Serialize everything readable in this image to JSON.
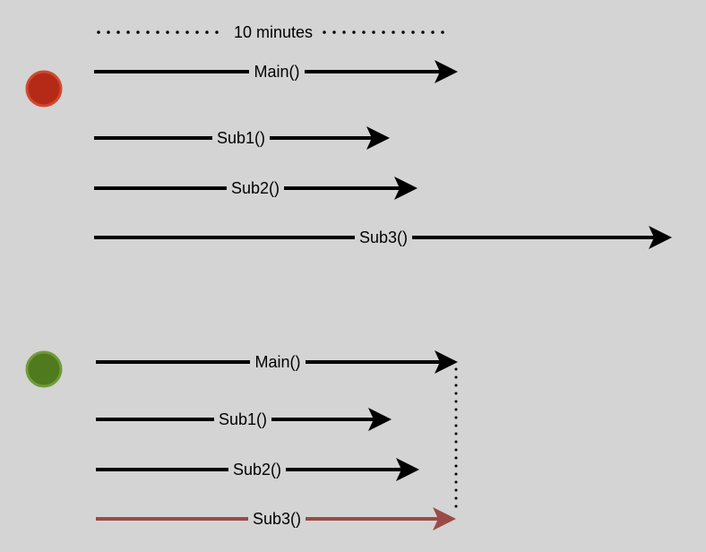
{
  "time_scale": {
    "label": "10 minutes"
  },
  "colors": {
    "background": "#d4d4d4",
    "arrow_default": "#000000",
    "arrow_highlight": "#9a4b45",
    "status_red": "#b52a16",
    "status_red_border": "#d0482f",
    "status_green": "#4f7a1d",
    "status_green_border": "#6f9b39"
  },
  "groups": [
    {
      "status_color": "red",
      "status_icon": "red-circle-icon",
      "arrows": [
        {
          "label": "Main()",
          "highlight": false
        },
        {
          "label": "Sub1()",
          "highlight": false
        },
        {
          "label": "Sub2()",
          "highlight": false
        },
        {
          "label": "Sub3()",
          "highlight": false
        }
      ]
    },
    {
      "status_color": "green",
      "status_icon": "green-circle-icon",
      "arrows": [
        {
          "label": "Main()",
          "highlight": false
        },
        {
          "label": "Sub1()",
          "highlight": false
        },
        {
          "label": "Sub2()",
          "highlight": false
        },
        {
          "label": "Sub3()",
          "highlight": true
        }
      ]
    }
  ]
}
